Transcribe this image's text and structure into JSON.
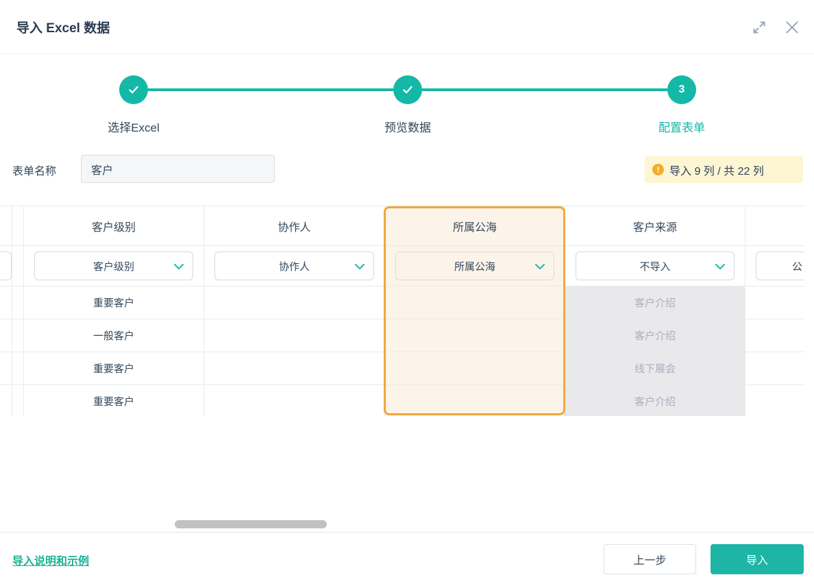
{
  "dialog": {
    "title": "导入 Excel 数据"
  },
  "stepper": {
    "steps": [
      {
        "label": "选择Excel",
        "status": "done"
      },
      {
        "label": "预览数据",
        "status": "done"
      },
      {
        "label": "配置表单",
        "status": "active",
        "number": "3"
      }
    ]
  },
  "form": {
    "name_label": "表单名称",
    "name_value": "客户"
  },
  "badge": {
    "text": "导入 9 列 / 共 22 列",
    "icon": "warning-circle"
  },
  "table": {
    "columns": [
      {
        "key": "prev-partial",
        "header": "",
        "select_label": "",
        "cells": [
          "",
          "",
          "",
          ""
        ]
      },
      {
        "key": "spacer",
        "header": "",
        "select_label": "",
        "cells": [
          "",
          "",
          "",
          ""
        ]
      },
      {
        "key": "customer-level",
        "header": "客户级别",
        "select_label": "客户级别",
        "cells": [
          "重要客户",
          "一般客户",
          "重要客户",
          "重要客户"
        ]
      },
      {
        "key": "collaborator",
        "header": "协作人",
        "select_label": "协作人",
        "cells": [
          "",
          "",
          "",
          ""
        ]
      },
      {
        "key": "public-sea",
        "header": "所属公海",
        "select_label": "所属公海",
        "cells": [
          "",
          "",
          "",
          ""
        ],
        "highlighted": true
      },
      {
        "key": "customer-source",
        "header": "客户来源",
        "select_label": "不导入",
        "cells": [
          "客户介绍",
          "客户介绍",
          "线下展会",
          "客户介绍"
        ],
        "excluded": true
      },
      {
        "key": "next-partial",
        "header": "",
        "select_label": "公",
        "cells": [
          "",
          "",
          "",
          ""
        ]
      }
    ]
  },
  "footer": {
    "help_link": "导入说明和示例",
    "prev_button": "上一步",
    "import_button": "导入"
  },
  "colors": {
    "brand_teal": "#14b8a6",
    "button_teal": "#1db5a5",
    "highlight_orange": "#f1a73e",
    "highlight_bg": "#fdf4e9",
    "badge_bg": "#fdf6d2",
    "warning_icon": "#f7ab2a",
    "excluded_cell_bg": "#e9e9eb",
    "excluded_text": "#a7afbc",
    "grid_line": "#e8eaec",
    "text_dark": "#33475b"
  }
}
